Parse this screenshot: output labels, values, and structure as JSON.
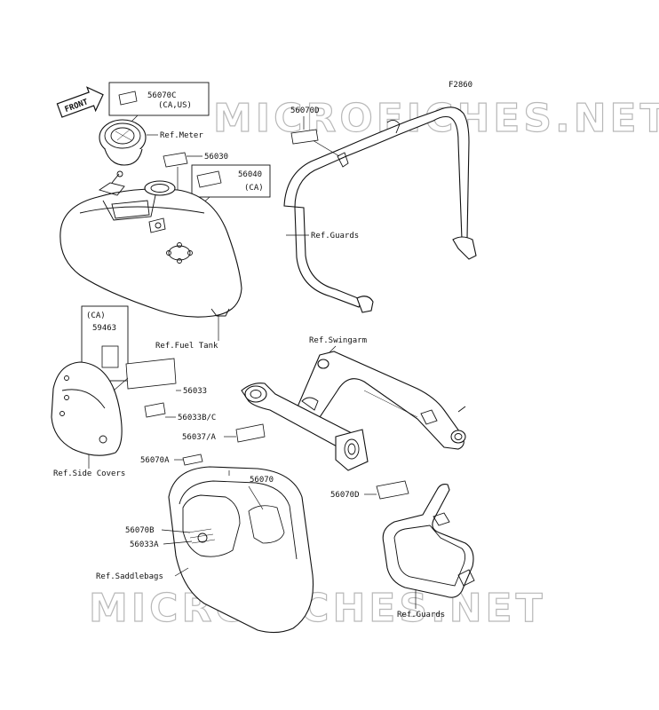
{
  "figure_code": "F2860",
  "front_arrow_label": "FRONT",
  "watermark": "MICROFICHES.NET",
  "labels": {
    "p56070C": "56070C",
    "p56070C_note": "(CA,US)",
    "ref_meter": "Ref.Meter",
    "p56030": "56030",
    "p56040": "56040",
    "p56040_note": "(CA)",
    "ref_fuel_tank": "Ref.Fuel Tank",
    "p59463_note": "(CA)",
    "p59463": "59463",
    "p56033": "56033",
    "p56033BC": "56033B/C",
    "p56037A": "56037/A",
    "ref_side_covers": "Ref.Side Covers",
    "p56070D_top": "56070D",
    "ref_guards_top": "Ref.Guards",
    "ref_swingarm": "Ref.Swingarm",
    "p56070A": "56070A",
    "p56070": "56070",
    "p56070B": "56070B",
    "p56033A": "56033A",
    "ref_saddlebags": "Ref.Saddlebags",
    "p56070D_bottom": "56070D",
    "ref_guards_bottom": "Ref.Guards"
  }
}
